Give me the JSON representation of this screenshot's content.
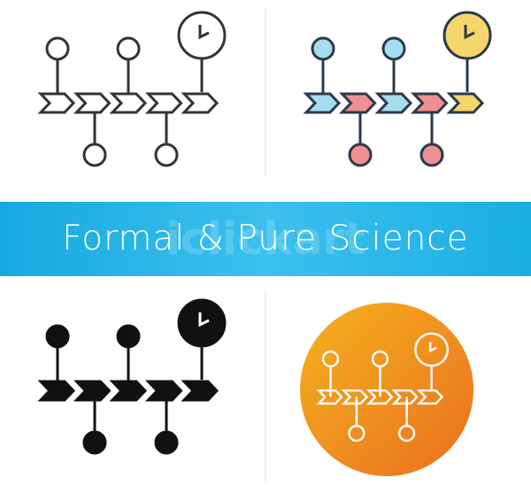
{
  "banner": {
    "title": "Formal & Pure Science",
    "watermark": "iclickart"
  },
  "icons": [
    {
      "style": "outline",
      "name": "timeline-outline-icon"
    },
    {
      "style": "color",
      "name": "timeline-color-icon"
    },
    {
      "style": "glyph",
      "name": "timeline-glyph-icon"
    },
    {
      "style": "flat",
      "name": "timeline-flat-icon"
    }
  ],
  "colors": {
    "banner": "#1aaee3",
    "stroke": "#2b3a4a",
    "blue": "#a6dcef",
    "pink": "#ee8f92",
    "yellow": "#f6d56a",
    "orange_light": "#f6b21f",
    "orange_dark": "#e96f1f"
  }
}
